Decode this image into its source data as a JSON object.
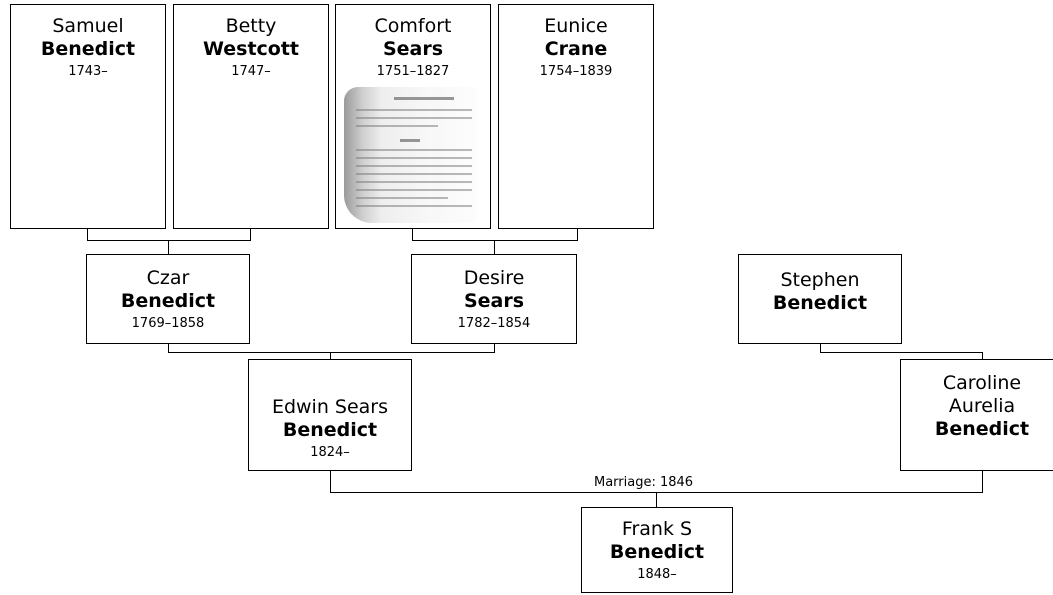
{
  "people": {
    "samuel": {
      "given": "Samuel",
      "surname": "Benedict",
      "dates": "1743–"
    },
    "betty": {
      "given": "Betty",
      "surname": "Westcott",
      "dates": "1747–"
    },
    "comfort": {
      "given": "Comfort",
      "surname": "Sears",
      "dates": "1751–1827"
    },
    "eunice": {
      "given": "Eunice",
      "surname": "Crane",
      "dates": "1754–1839"
    },
    "czar": {
      "given": "Czar",
      "surname": "Benedict",
      "dates": "1769–1858"
    },
    "desire": {
      "given": "Desire",
      "surname": "Sears",
      "dates": "1782–1854"
    },
    "stephen": {
      "given": "Stephen",
      "surname": "Benedict"
    },
    "edwin": {
      "given": "Edwin Sears",
      "surname": "Benedict",
      "dates": "1824–"
    },
    "caroline": {
      "given": "Caroline Aurelia",
      "surname": "Benedict"
    },
    "frank": {
      "given": "Frank S",
      "surname": "Benedict",
      "dates": "1848–"
    }
  },
  "marriage": {
    "label": "Marriage: 1846"
  }
}
